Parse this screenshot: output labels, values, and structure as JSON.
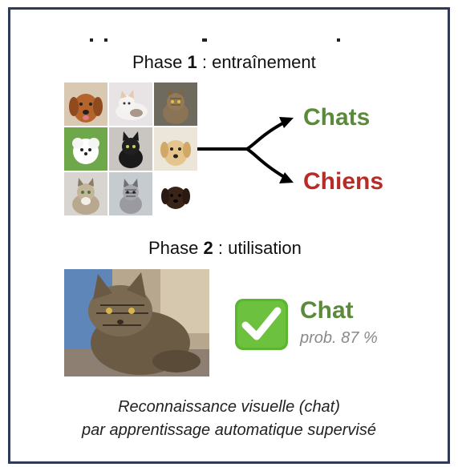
{
  "phase1": {
    "prefix": "Phase ",
    "number": "1",
    "suffix": " : entraînement"
  },
  "phase2": {
    "prefix": "Phase ",
    "number": "2",
    "suffix": " : utilisation"
  },
  "classes": {
    "chats": "Chats",
    "chiens": "Chiens"
  },
  "result": {
    "label": "Chat",
    "probability": "prob. 87 %"
  },
  "caption": {
    "line1": "Reconnaissance visuelle (chat)",
    "line2": "par apprentissage automatique supervisé"
  },
  "training_images": [
    "dog",
    "cat",
    "cat",
    "dog",
    "cat",
    "dog",
    "cat",
    "cat",
    "dog"
  ],
  "colors": {
    "chats": "#5a8a3a",
    "chiens": "#b82c28",
    "frame": "#2f3b55",
    "check": "#5cb531"
  },
  "icons": {
    "check": "check-mark-icon",
    "arrow": "fork-arrow-icon"
  }
}
